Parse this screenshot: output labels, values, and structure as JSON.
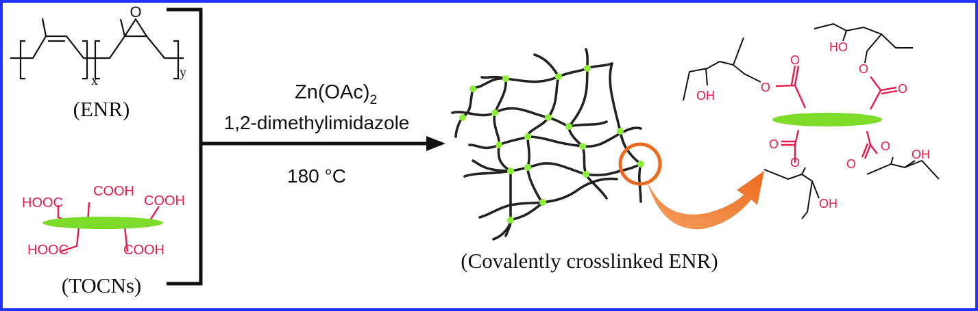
{
  "enr": {
    "label": "(ENR)",
    "epoxide_atom": "O",
    "subscript_x": "x",
    "subscript_y": "y"
  },
  "tocns": {
    "label": "(TOCNs)",
    "cooh_top_left": "HOOC",
    "cooh_top_center": "COOH",
    "cooh_top_right": "COOH",
    "cooh_bottom_left": "HOOC",
    "cooh_bottom_right": "COOH"
  },
  "reaction": {
    "catalyst_main": "Zn(OAc)",
    "catalyst_subscript": "2",
    "catalyst_2": "1,2-dimethylimidazole",
    "temperature": "180 °C"
  },
  "network": {
    "label": "(Covalently crosslinked ENR)"
  },
  "detail": {
    "oh_top_left": "OH",
    "o_top_left": "O",
    "o_carbonyl_top_left": "O",
    "oh_top_right": "HO",
    "o_top_right": "O",
    "o_carbonyl_top_right": "O",
    "o_carbonyl_bottom_left": "O",
    "o_bottom_left": "O",
    "oh_bottom_left": "OH",
    "o_carbonyl_bottom_right": "O",
    "o_bottom_right": "O",
    "oh_bottom_right": "OH"
  },
  "colors": {
    "border": "#2233ff",
    "acid_red": "#e8194a",
    "nanocrystal_green": "#7ddc2a",
    "crosslink_node": "#8ef03a",
    "arrow_orange": "#f0782a",
    "bond_black": "#111111"
  }
}
